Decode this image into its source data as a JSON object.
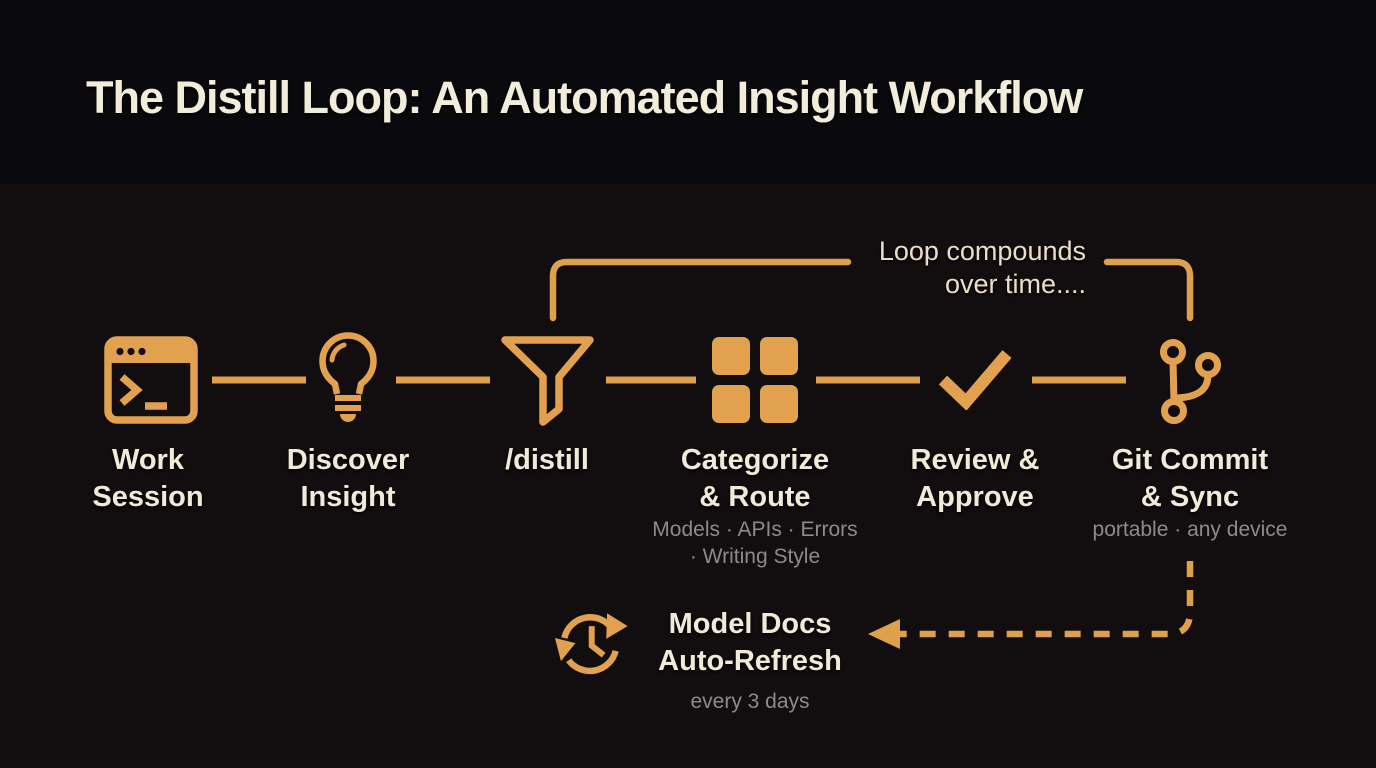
{
  "title": "The Distill Loop: An Automated Insight Workflow",
  "colors": {
    "accent": "#e2a14e",
    "cream_title": "#f2ecda",
    "cream_label": "#f2ead8",
    "gray_sub": "#8d8b88",
    "bg_top": "#0a090d",
    "bg_main": "#120d0f"
  },
  "loop": {
    "line1": "Loop compounds",
    "line2": "over time...."
  },
  "steps": [
    {
      "icon": "terminal-window-icon",
      "line1": "Work",
      "line2": "Session"
    },
    {
      "icon": "lightbulb-icon",
      "line1": "Discover",
      "line2": "Insight"
    },
    {
      "icon": "funnel-icon",
      "line1": "/distill",
      "line2": ""
    },
    {
      "icon": "grid-icon",
      "line1": "Categorize",
      "line2": "& Route",
      "sub1": "Models · APIs · Errors",
      "sub2": "· Writing Style"
    },
    {
      "icon": "checkmark-icon",
      "line1": "Review &",
      "line2": "Approve"
    },
    {
      "icon": "git-branch-icon",
      "line1": "Git Commit",
      "line2": "& Sync",
      "sub1": "portable · any device",
      "sub2": ""
    }
  ],
  "footer": {
    "icon": "refresh-clock-icon",
    "line1": "Model Docs",
    "line2": "Auto-Refresh",
    "sub": "every 3 days"
  }
}
